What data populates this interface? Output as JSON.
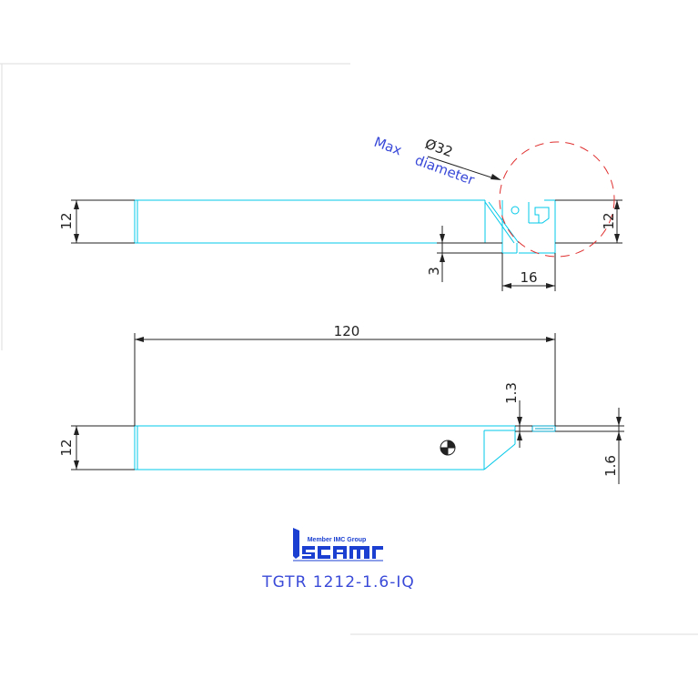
{
  "dimensions": {
    "shank_height_side": "12",
    "head_height": "12",
    "depth_offset": "3",
    "head_width": "16",
    "overall_length": "120",
    "shank_height_top": "12",
    "blade_offset": "1.3",
    "blade_width": "1.6"
  },
  "annotations": {
    "max_label": "Max",
    "diameter_label": "diameter",
    "diameter_value": "Ø32"
  },
  "logo": {
    "tagline": "Member IMC Group",
    "brand": "Iscar"
  },
  "product_code": "TGTR 1212-1.6-IQ",
  "colors": {
    "outline": "#00c8e8",
    "dimension": "#222222",
    "text_blue": "#3a4ad8",
    "max_circle": "#e03030",
    "logo_blue": "#1a3fd1"
  }
}
